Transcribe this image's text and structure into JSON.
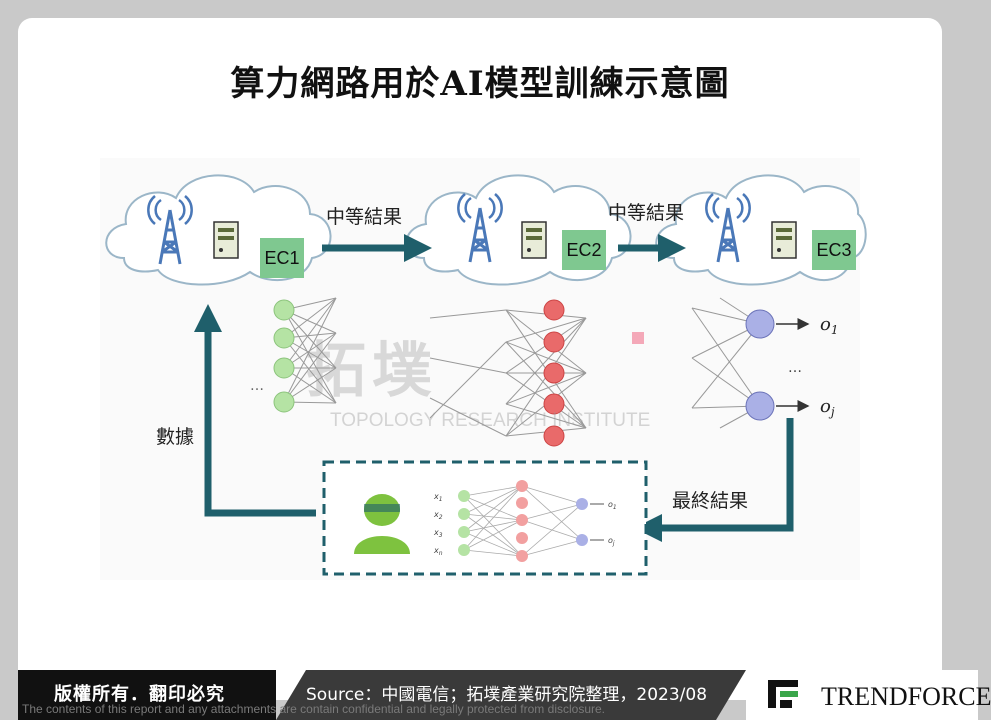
{
  "title": "算力網路用於AI模型訓練示意圖",
  "diagram": {
    "nodes": [
      "EC1",
      "EC2",
      "EC3"
    ],
    "arrow_labels": {
      "ec1_to_ec2": "中等結果",
      "ec2_to_ec3": "中等結果",
      "final": "最終結果",
      "data": "數據"
    },
    "watermark_cn": "拓墣",
    "watermark_en": "TOPOLOGY RESEARCH INSTITUTE",
    "outputs": [
      "o1",
      "…",
      "oj"
    ],
    "inputs": [
      "x1",
      "x2",
      "x3",
      "xn"
    ],
    "small_outputs": [
      "o1",
      "oj"
    ]
  },
  "footer": {
    "rights": "版權所有．翻印必究",
    "source": "Source：中國電信；拓墣產業研究院整理，2023/08",
    "brand": "TRENDFORCE",
    "disclaimer": "The contents of this report and any attachments are contain confidential and legally protected from disclosure."
  },
  "colors": {
    "arrow": "#1f5f6b",
    "green_node": "#b5e3a4",
    "red_node": "#e96a6a",
    "blue_node": "#aab0e6",
    "ec_box": "#7fc890",
    "tower": "#4a78b8"
  },
  "icons": [
    "cell-tower-icon",
    "server-icon",
    "user-icon"
  ]
}
